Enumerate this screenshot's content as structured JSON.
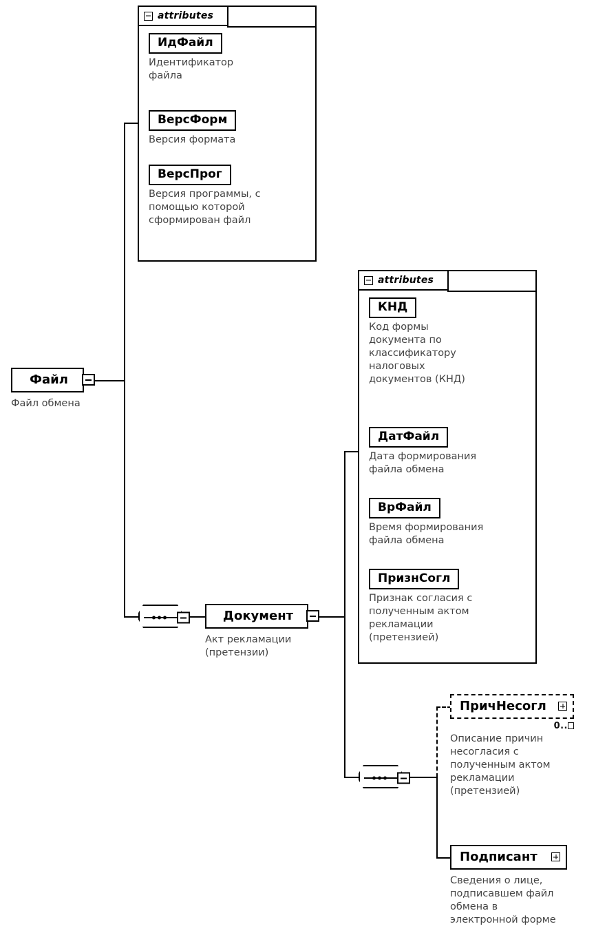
{
  "diagram": {
    "title": "XML schema structure diagram",
    "type": "xsd-tree"
  },
  "root": {
    "name": "Файл",
    "description": "Файл обмена",
    "collapse_icon": "minus-box-icon"
  },
  "attributes_group_1": {
    "header_label": "attributes",
    "header_icon": "minus-box-icon",
    "items": [
      {
        "name": "ИдФайл",
        "description": "Идентификатор\nфайла"
      },
      {
        "name": "ВерсФорм",
        "description": "Версия формата"
      },
      {
        "name": "ВерсПрог",
        "description": "Версия программы, с\nпомощью которой\nсформирован файл"
      }
    ]
  },
  "sequence_1": {
    "icon": "sequence-compositor-icon"
  },
  "document": {
    "name": "Документ",
    "description": "Акт рекламации\n(претензии)",
    "collapse_icon": "minus-box-icon"
  },
  "attributes_group_2": {
    "header_label": "attributes",
    "header_icon": "minus-box-icon",
    "items": [
      {
        "name": "КНД",
        "description": "Код формы\nдокумента по\nклассификатору\nналоговых\nдокументов (КНД)"
      },
      {
        "name": "ДатФайл",
        "description": "Дата формирования\nфайла обмена"
      },
      {
        "name": "ВрФайл",
        "description": "Время формирования\nфайла обмена"
      },
      {
        "name": "ПризнСогл",
        "description": "Признак согласия с\nполученным актом\nрекламации\n(претензией)"
      }
    ]
  },
  "sequence_2": {
    "icon": "sequence-compositor-icon"
  },
  "children": [
    {
      "name": "ПричНесогл",
      "expand_icon": "plus-box-icon",
      "optional": true,
      "cardinality_prefix": "0..",
      "cardinality_suffix_icon": "infinity-box-glyph",
      "description": "Описание причин\nнесогласия с\nполученным актом\nрекламации\n(претензией)"
    },
    {
      "name": "Подписант",
      "expand_icon": "plus-box-icon",
      "optional": false,
      "description": "Сведения о лице,\nподписавшем файл\nобмена в\nэлектронной форме"
    }
  ],
  "colors": {
    "stroke": "#000000",
    "background": "#ffffff",
    "description_text": "#444444",
    "shadow": "#9a9a9a"
  }
}
